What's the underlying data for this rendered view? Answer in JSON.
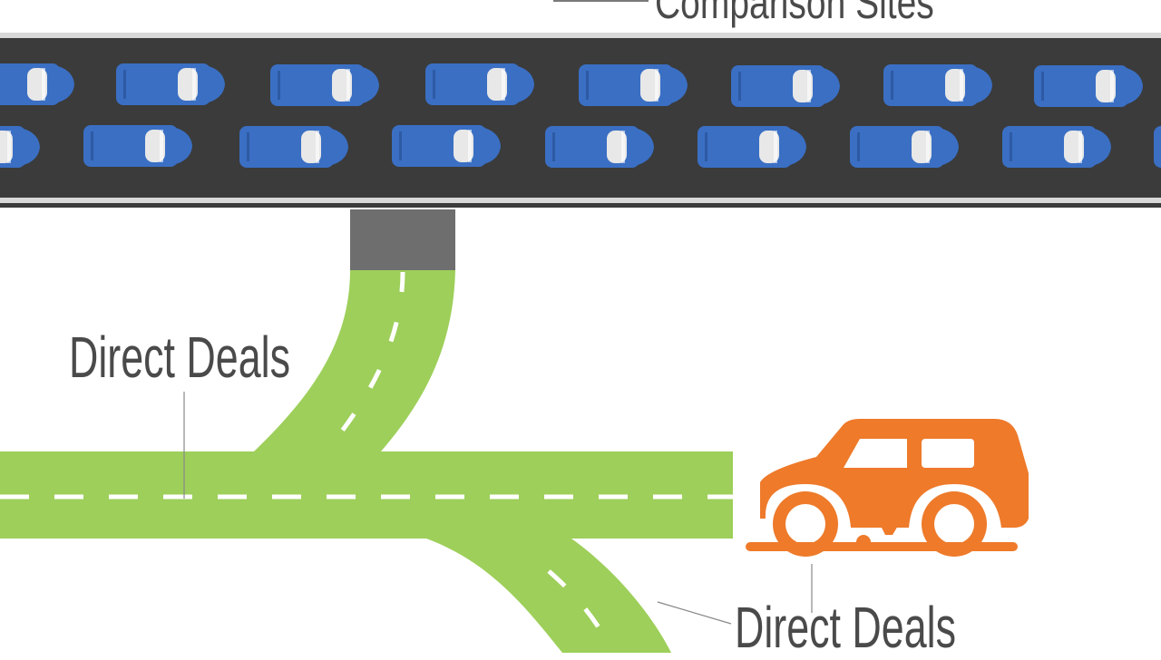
{
  "labels": {
    "top_title": "Comparison Sites",
    "direct_deals_left": "Direct Deals",
    "direct_deals_bottom": "Direct Deals"
  },
  "colors": {
    "highway": "#3b3b3b",
    "highway_edge": "#d9d9d9",
    "road_green": "#9dcf5a",
    "lane_dash": "#ffffff",
    "car_blue": "#3a6fc4",
    "car_orange": "#ee7a2a",
    "connector_gray": "#6e6e6e",
    "text": "#4a4a4a"
  },
  "icons": {
    "traffic_car": "car-topview-icon",
    "featured_car": "suv-side-icon"
  }
}
